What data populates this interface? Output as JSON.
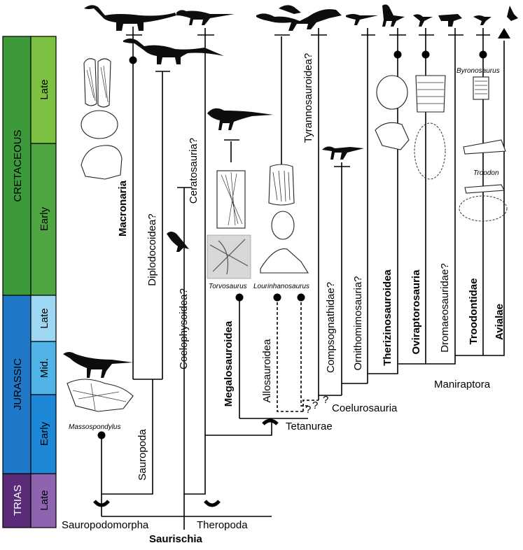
{
  "timescale": {
    "periods": [
      {
        "label": "CRETACEOUS",
        "color": "#3d9a3a"
      },
      {
        "label": "JURASSIC",
        "color": "#1f78c8"
      },
      {
        "label": "TRIAS",
        "color": "#5a2b78"
      }
    ],
    "epochs": [
      {
        "label": "Late",
        "color": "#7dc142"
      },
      {
        "label": "Early",
        "color": "#4ea641"
      },
      {
        "label": "Late",
        "color": "#9dd7f3"
      },
      {
        "label": "Mid.",
        "color": "#4fb3e8"
      },
      {
        "label": "Early",
        "color": "#1e88d8"
      },
      {
        "label": "Late",
        "color": "#8e64b0"
      }
    ]
  },
  "clades": {
    "macronaria": "Macronaria",
    "diplodocoidea": "Diplodocoidea?",
    "sauropoda": "Sauropoda",
    "ceratosauria": "Ceratosauria?",
    "coelophysoidea": "Coelophysoidea?",
    "megalosauroidea": "Megalosauroidea",
    "allosauroidea": "Allosauroidea",
    "tyrannosauroidea": "Tyrannosauroidea?",
    "compsognathidae": "Compsognathidae?",
    "ornithomimosauria": "Ornithomimosauria?",
    "therizinosauroidea": "Therizinosauroidea",
    "oviraptorosauria": "Oviraptorosauria",
    "dromaeosauridae": "Dromaeosauridae?",
    "troodontidae": "Troodontidae",
    "avialae": "Avialae"
  },
  "nodes": {
    "maniraptora": "Maniraptora",
    "coelurosauria": "Coelurosauria",
    "tetanurae": "Tetanurae",
    "sauropodomorpha": "Sauropodomorpha",
    "theropoda": "Theropoda",
    "saurischia": "Saurischia"
  },
  "taxa": {
    "massospondylus": "Massospondylus",
    "torvosaurus": "Torvosaurus",
    "lourinhanosaurus": "Lourinhanosaurus",
    "byronosaurus": "Byronosaurus",
    "troodon": "Troodon"
  },
  "question_marks": {
    "q1": "?",
    "q2": "?",
    "q3": "?"
  }
}
